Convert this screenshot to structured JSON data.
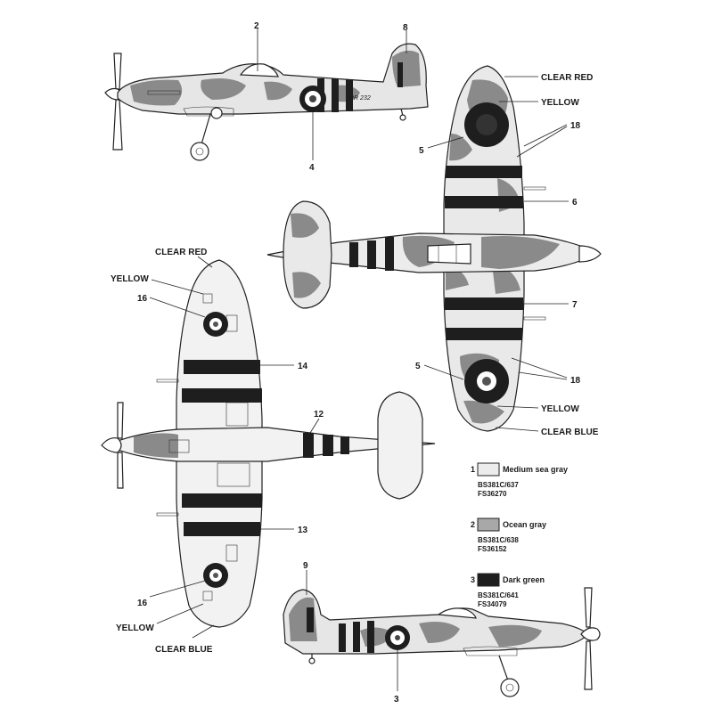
{
  "colors": {
    "medium_sea_gray": "#d9d9d9",
    "ocean_gray": "#9a9a9a",
    "dark_green": "#1e1e1e",
    "paper": "#ffffff",
    "ink": "#1a1a1a"
  },
  "side_top": {
    "callout_2": "2",
    "callout_8": "8",
    "callout_4": "4",
    "serial": "RR 232"
  },
  "top_view": {
    "clear_red": "CLEAR RED",
    "yellow_top": "YELLOW",
    "callout_18_top": "18",
    "callout_5_top": "5",
    "callout_6": "6",
    "callout_7": "7",
    "callout_5_bottom": "5",
    "callout_18_bottom": "18",
    "yellow_bottom": "YELLOW",
    "clear_blue": "CLEAR BLUE"
  },
  "bottom_view": {
    "clear_red": "CLEAR RED",
    "yellow_top": "YELLOW",
    "callout_16_top": "16",
    "callout_14": "14",
    "callout_12": "12",
    "callout_13": "13",
    "callout_16_bottom": "16",
    "yellow_bottom": "YELLOW",
    "clear_blue": "CLEAR BLUE"
  },
  "side_bottom": {
    "callout_9": "9",
    "callout_3": "3"
  },
  "legend": [
    {
      "number": "1",
      "name": "Medium sea gray",
      "bs": "BS381C/637",
      "fs": "FS36270",
      "color": "#ececec"
    },
    {
      "number": "2",
      "name": "Ocean gray",
      "bs": "BS381C/638",
      "fs": "FS36152",
      "color": "#a8a8a8"
    },
    {
      "number": "3",
      "name": "Dark green",
      "bs": "BS381C/641",
      "fs": "FS34079",
      "color": "#1e1e1e"
    }
  ]
}
